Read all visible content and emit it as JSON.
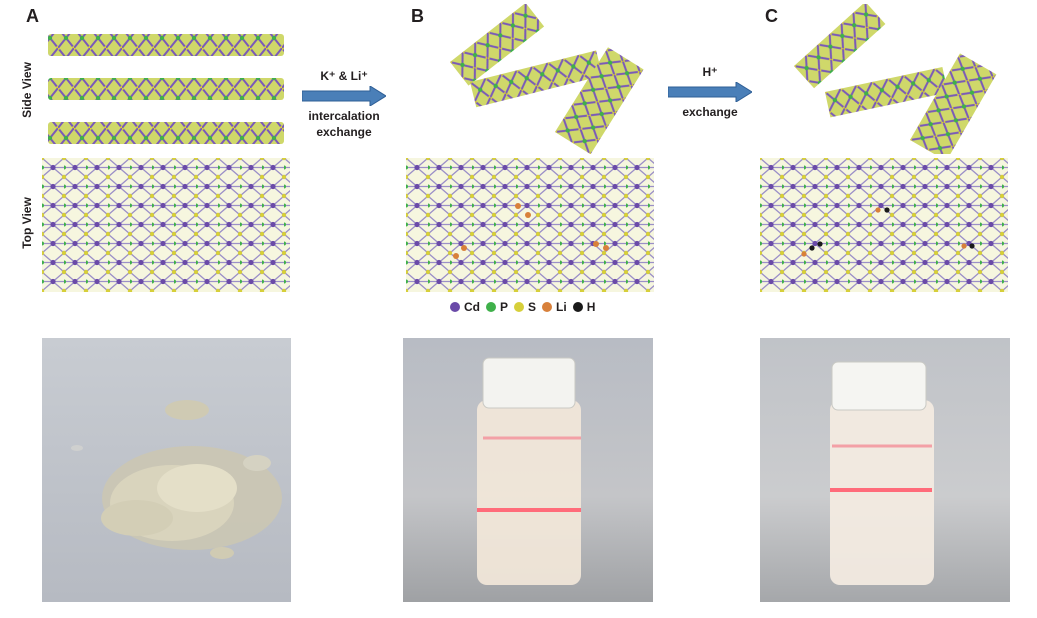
{
  "panels": {
    "a": {
      "letter": "A"
    },
    "b": {
      "letter": "B"
    },
    "c": {
      "letter": "C"
    }
  },
  "row_labels": {
    "side": "Side View",
    "top": "Top View"
  },
  "arrow1": {
    "line1": "K⁺ & Li⁺",
    "line2": "intercalation",
    "line3": "exchange"
  },
  "arrow2": {
    "line1": "H⁺",
    "line2": "exchange"
  },
  "legend": [
    {
      "label": "Cd",
      "color": "#6a4aa8"
    },
    {
      "label": "P",
      "color": "#3fb04a"
    },
    {
      "label": "S",
      "color": "#d6cf3a"
    },
    {
      "label": "Li",
      "color": "#d8803a"
    },
    {
      "label": "H",
      "color": "#1a1a1a"
    }
  ],
  "colors": {
    "cd": "#6a4aa8",
    "p": "#3fb04a",
    "s": "#d6cf3a",
    "li": "#d8803a",
    "h": "#1a1a1a",
    "arrow": "#4a7fb8"
  }
}
